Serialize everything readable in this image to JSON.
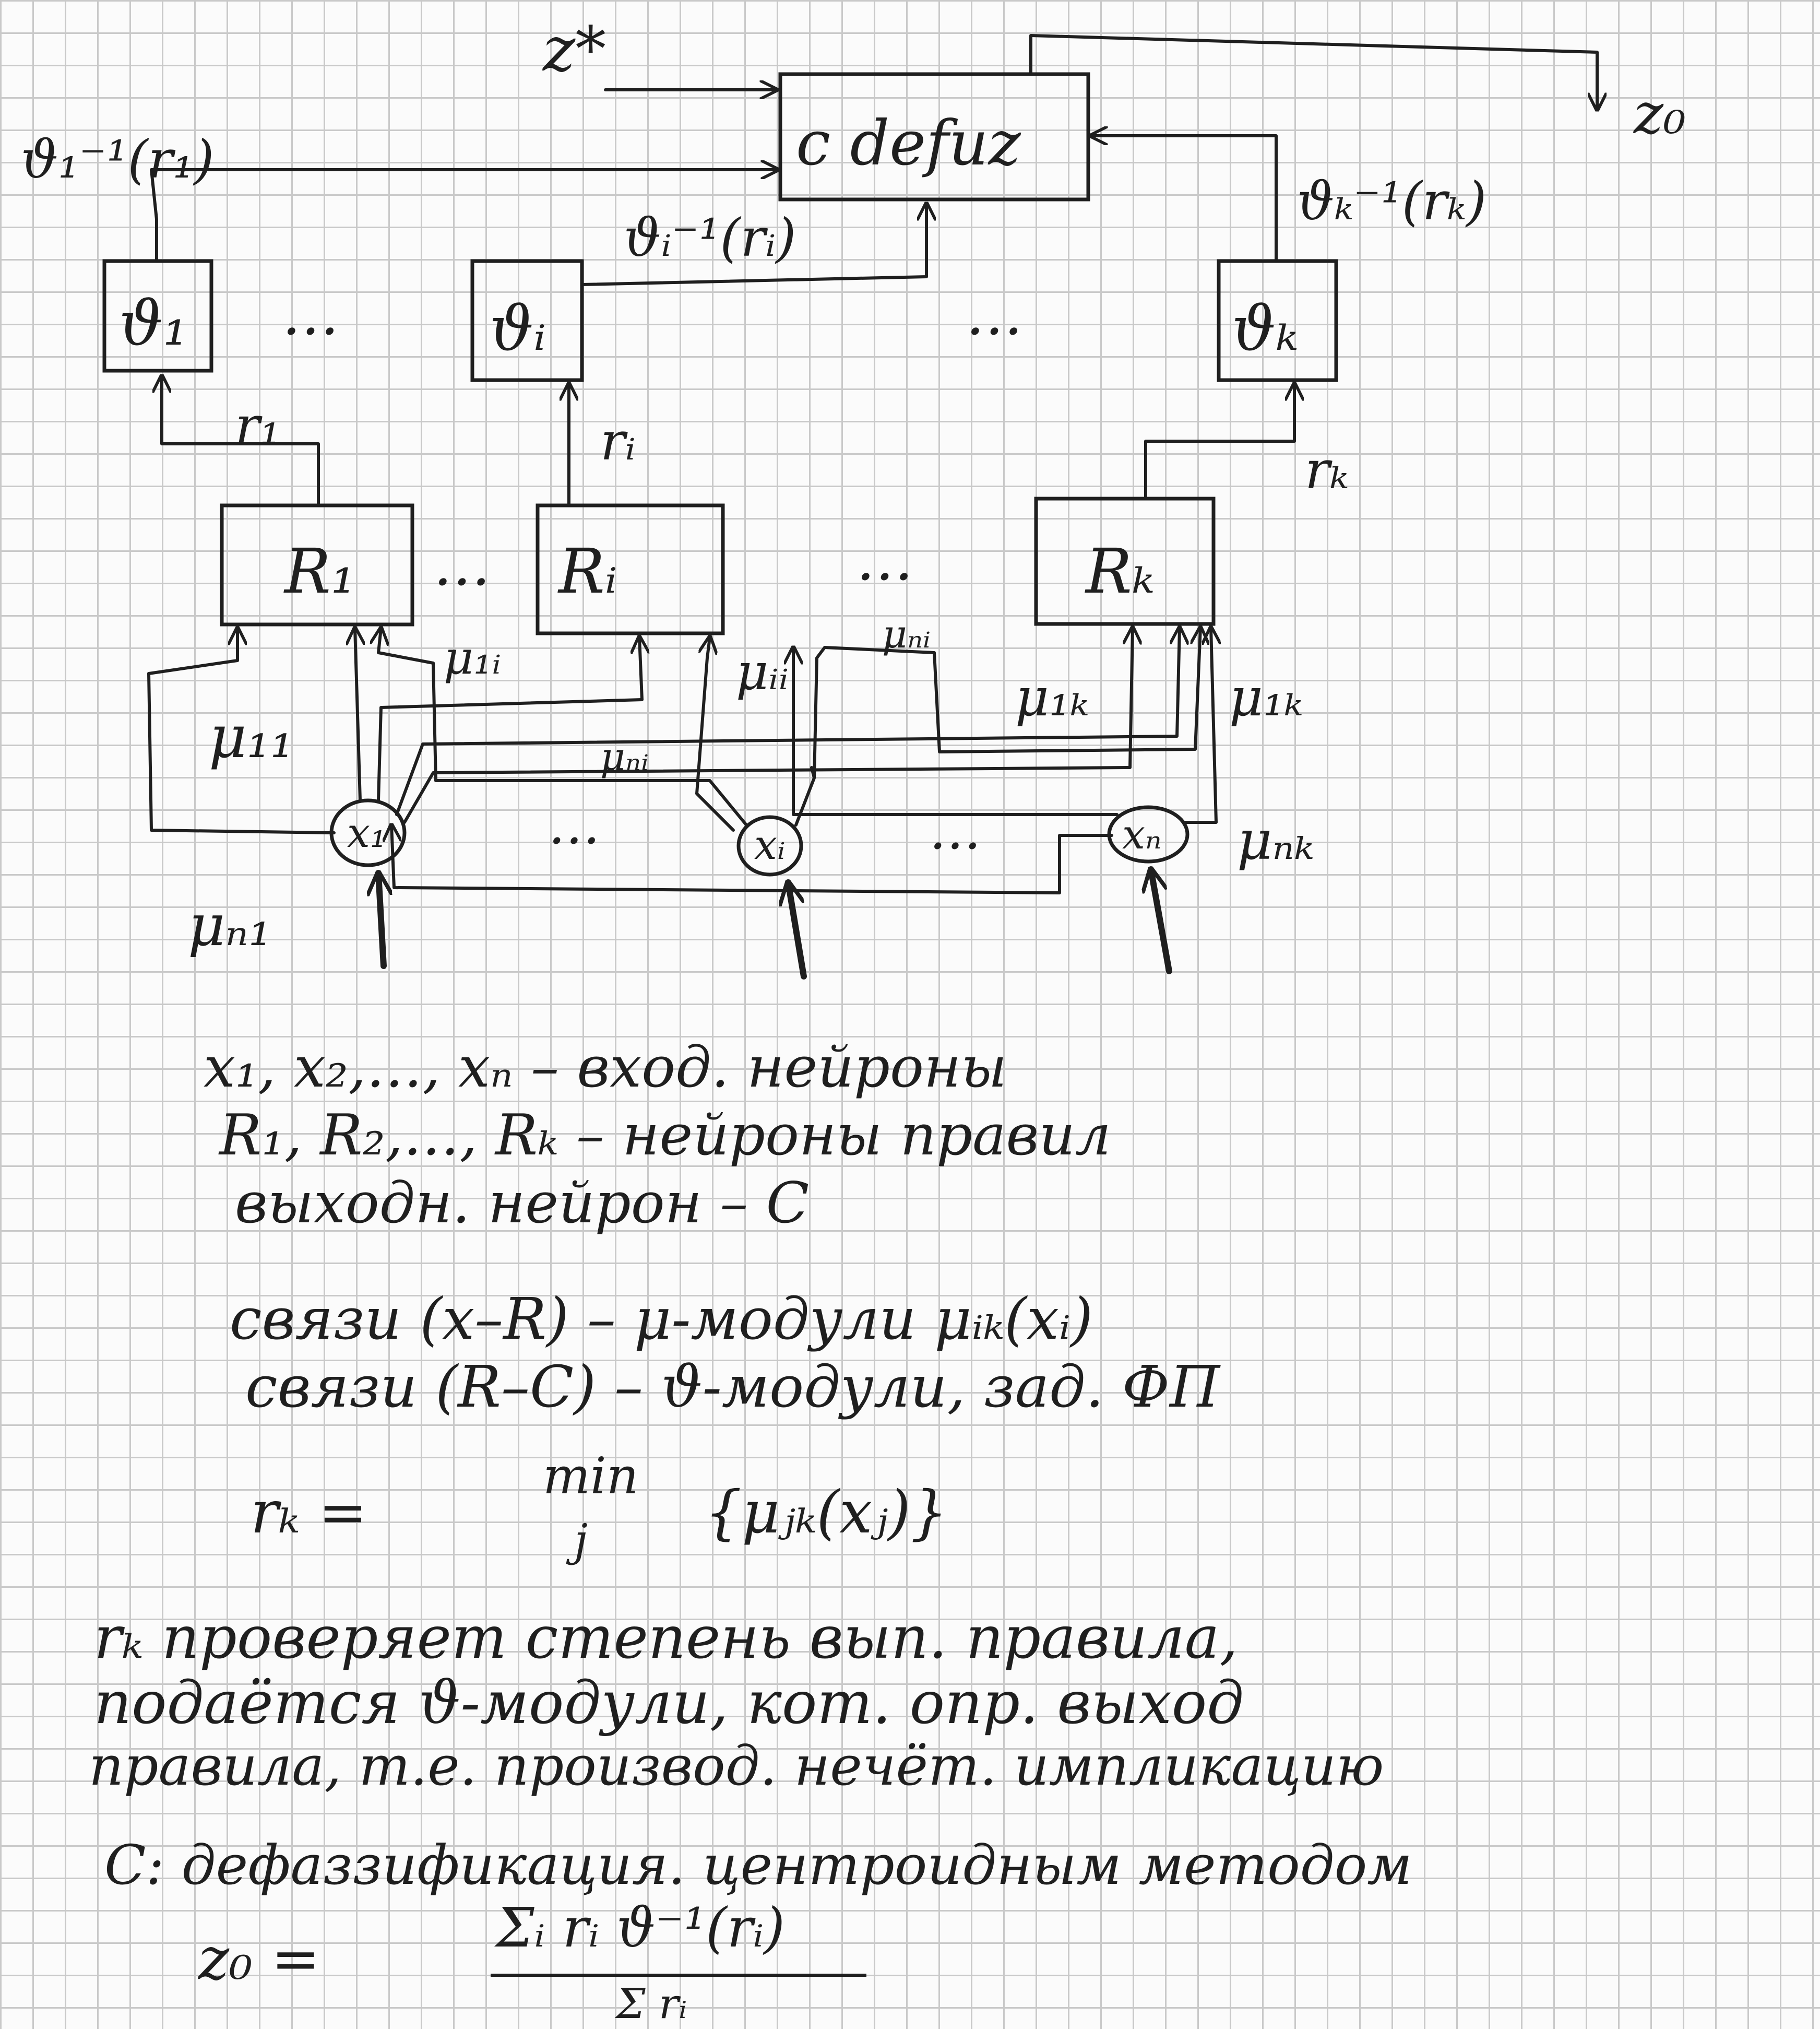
{
  "diagram": {
    "defuzz_box": "c defuz",
    "z_star": "z*",
    "z_out": "z₀",
    "d1_out": "ϑ₁⁻¹(r₁)",
    "di_out": "ϑᵢ⁻¹(rᵢ)",
    "dk_out": "ϑₖ⁻¹(rₖ)",
    "v1": "ϑ₁",
    "vi": "ϑᵢ",
    "vk": "ϑₖ",
    "dots": "…",
    "r1_label": "r₁",
    "ri_label": "rᵢ",
    "rk_label": "rₖ",
    "rule1": "R₁",
    "rulei": "Rᵢ",
    "rulek": "Rₖ",
    "m11": "μ₁₁",
    "m1i": "μ₁ᵢ",
    "mii": "μᵢᵢ",
    "mni_top": "μₙᵢ",
    "mni": "μₙᵢ",
    "m1k_a": "μ₁ₖ",
    "m1k_b": "μ₁ₖ",
    "mnk": "μₙₖ",
    "mn1": "μₙ₁",
    "x1": "x₁",
    "xi": "xᵢ",
    "xn": "xₙ"
  },
  "notes": {
    "line1": "x₁, x₂,…, xₙ – вход. нейроны",
    "line2": "R₁, R₂,…, Rₖ – нейроны правил",
    "line3": "выходн. нейрон – C",
    "line4": "связи (x–R) – μ-модули μᵢₖ(xᵢ)",
    "line5": "связи (R–C) – ϑ-модули, зад. ФП",
    "formula_lhs": "rₖ =",
    "formula_op": "min",
    "formula_idx": "j",
    "formula_body": "{μⱼₖ(xⱼ)}",
    "para1": "rₖ проверяет степень вып. правила,",
    "para2": "подаётся ϑ-модули, кот. опр. выход",
    "para3": "правила, т.е. производ. нечёт. импликацию",
    "para4": "C: дефаззификация. центроидным методом",
    "z0_lhs": "z₀ =",
    "z0_num": "Σᵢ rᵢ ϑ⁻¹(rᵢ)",
    "z0_den": "Σ rᵢ"
  },
  "colors": {
    "ink": "#1f1f1f",
    "paper": "#fbfbfb",
    "grid": "#c9c9c9"
  }
}
